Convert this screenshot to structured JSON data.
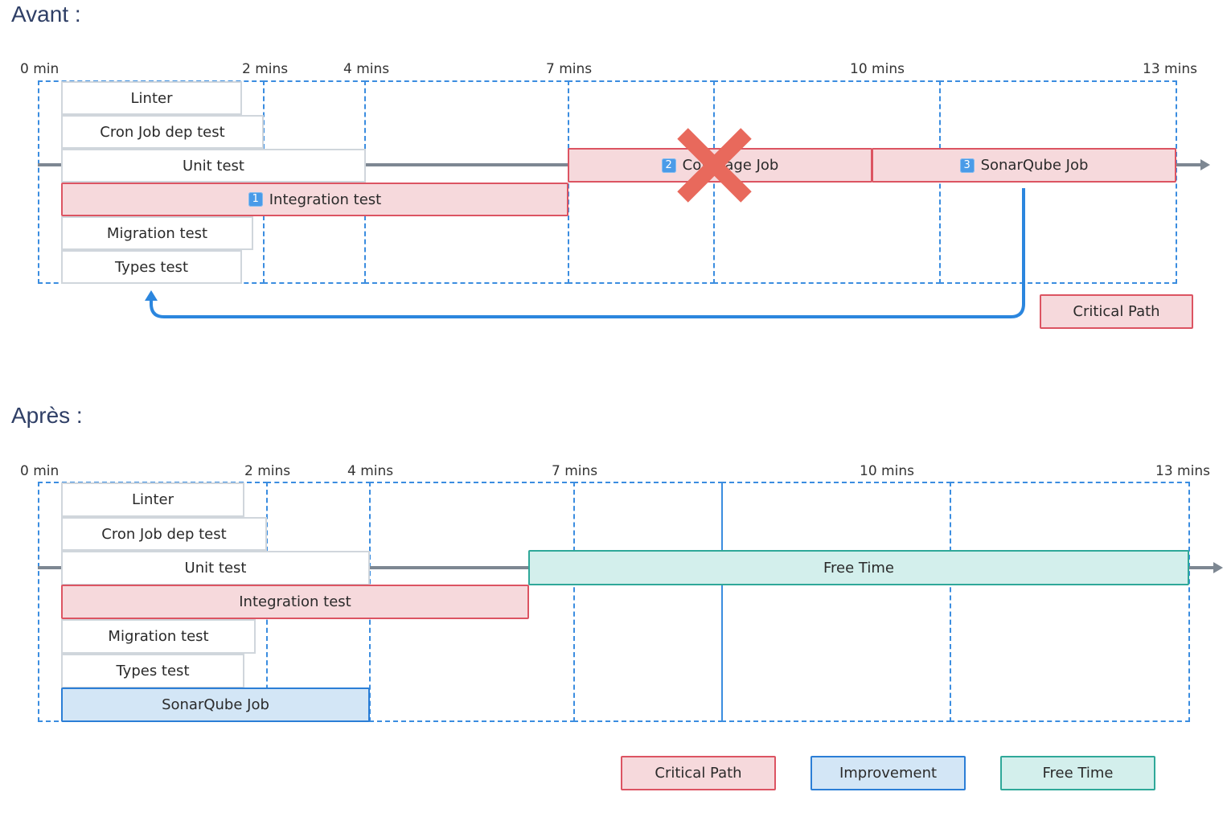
{
  "before": {
    "heading": "Avant :",
    "ticks": [
      "0 min",
      "2 mins",
      "4 mins",
      "7 mins",
      "10 mins",
      "13 mins"
    ],
    "bars": {
      "linter": "Linter",
      "cron": "Cron Job dep test",
      "unit": "Unit test",
      "integration": "Integration test",
      "migration": "Migration test",
      "types": "Types test",
      "coverage": "Coverage Job",
      "sonarqube": "SonarQube Job"
    },
    "step_badges": [
      "1",
      "2",
      "3"
    ],
    "removed_marker_icon": "red-cross-icon",
    "loop_arrow_icon": "return-arrow-icon",
    "legend": {
      "critical": "Critical Path"
    }
  },
  "after": {
    "heading": "Après :",
    "ticks": [
      "0 min",
      "2 mins",
      "4 mins",
      "7 mins",
      "10 mins",
      "13 mins"
    ],
    "bars": {
      "linter": "Linter",
      "cron": "Cron Job dep test",
      "unit": "Unit test",
      "free": "Free Time",
      "integration": "Integration test",
      "migration": "Migration test",
      "types": "Types test",
      "sonarqube": "SonarQube Job"
    },
    "legend": {
      "critical": "Critical Path",
      "improvement": "Improvement",
      "free": "Free Time"
    }
  },
  "colors": {
    "heading": "#2f3f66",
    "grid": "#3b8de0",
    "axis": "#7d8792",
    "critical_fill": "#f6d9dc",
    "critical_border": "#dc5462",
    "improvement_fill": "#d3e6f6",
    "improvement_border": "#2b7ed6",
    "free_fill": "#d3efec",
    "free_border": "#2fa899",
    "cross": "#e8695c",
    "loop_arrow": "#2b86de"
  }
}
